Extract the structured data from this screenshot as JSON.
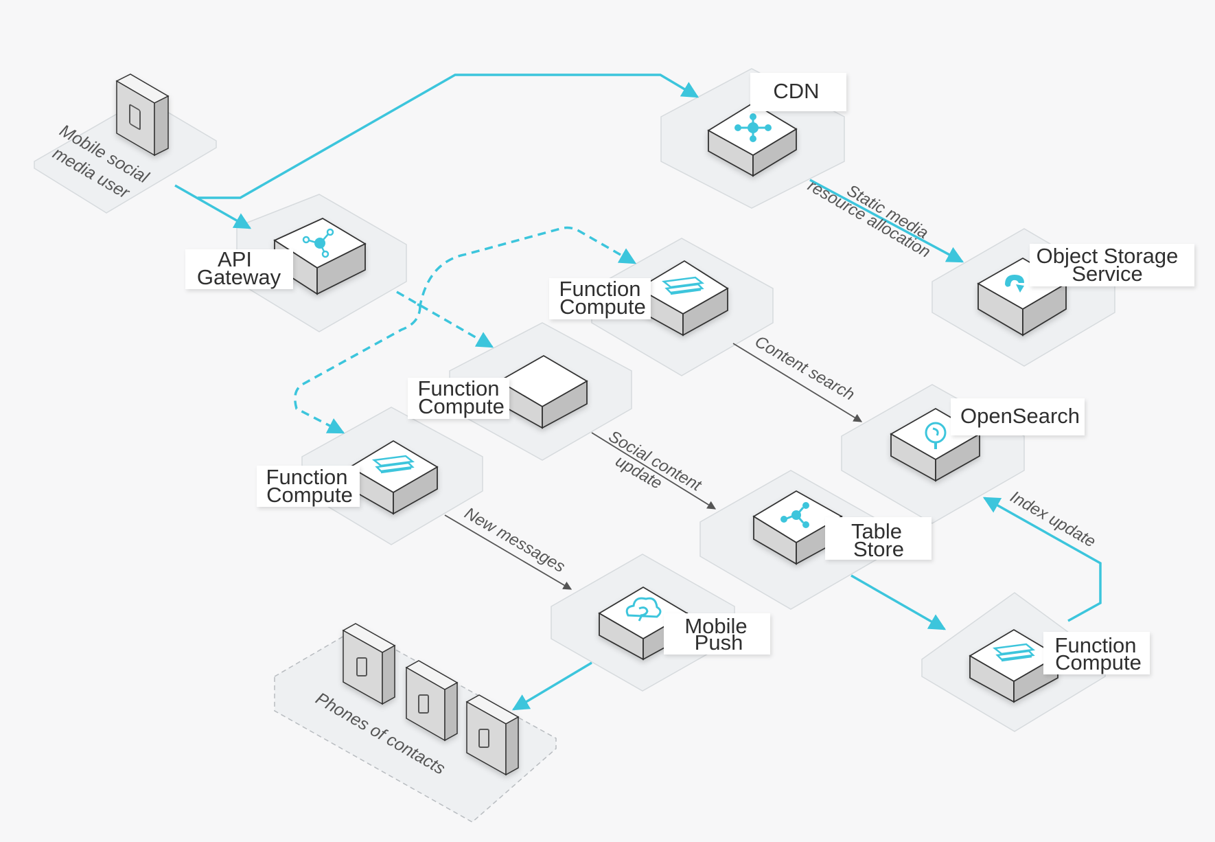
{
  "diagram": {
    "colors": {
      "background": "#f7f7f8",
      "tile_fill": "#eef0f2",
      "tile_stroke": "#d6dadd",
      "accent": "#3cc5dc",
      "dark_arrow": "#555555",
      "text": "#2f2f2f"
    },
    "nodes": [
      {
        "id": "mobile-user",
        "label": "Mobile social media user",
        "lines": [
          "Mobile social",
          "media user"
        ],
        "icon": "phone-icon"
      },
      {
        "id": "api-gateway",
        "label": "API Gateway",
        "lines": [
          "API",
          "Gateway"
        ],
        "icon": "api-gateway-icon"
      },
      {
        "id": "cdn",
        "label": "CDN",
        "lines": [
          "CDN"
        ],
        "icon": "cdn-icon"
      },
      {
        "id": "oss",
        "label": "Object Storage Service",
        "lines": [
          "Object Storage",
          "Service"
        ],
        "icon": "object-storage-icon"
      },
      {
        "id": "fc-content",
        "label": "Function Compute",
        "lines": [
          "Function",
          "Compute"
        ],
        "icon": "function-compute-icon"
      },
      {
        "id": "fc-social",
        "label": "Function Compute",
        "lines": [
          "Function",
          "Compute"
        ],
        "icon": "function-compute-icon"
      },
      {
        "id": "fc-messages",
        "label": "Function Compute",
        "lines": [
          "Function",
          "Compute"
        ],
        "icon": "function-compute-icon"
      },
      {
        "id": "opensearch",
        "label": "OpenSearch",
        "lines": [
          "OpenSearch"
        ],
        "icon": "opensearch-icon"
      },
      {
        "id": "table-store",
        "label": "Table Store",
        "lines": [
          "Table",
          "Store"
        ],
        "icon": "table-store-icon"
      },
      {
        "id": "mobile-push",
        "label": "Mobile Push",
        "lines": [
          "Mobile",
          "Push"
        ],
        "icon": "mobile-push-icon"
      },
      {
        "id": "fc-index",
        "label": "Function Compute",
        "lines": [
          "Function",
          "Compute"
        ],
        "icon": "function-compute-icon"
      },
      {
        "id": "phones",
        "label": "Phones of contacts",
        "lines": [
          "Phones of contacts"
        ],
        "icon": "phone-icon"
      }
    ],
    "edges": [
      {
        "from": "mobile-user",
        "to": "cdn",
        "label": "",
        "style": "accent"
      },
      {
        "from": "mobile-user",
        "to": "api-gateway",
        "label": "",
        "style": "accent"
      },
      {
        "from": "cdn",
        "to": "oss",
        "label": "Static media resource allocation",
        "lines": [
          "Static media",
          "resource allocation"
        ],
        "style": "accent"
      },
      {
        "from": "api-gateway",
        "to": "fc-content",
        "label": "",
        "style": "accent-dashed"
      },
      {
        "from": "api-gateway",
        "to": "fc-social",
        "label": "",
        "style": "accent-dashed"
      },
      {
        "from": "api-gateway",
        "to": "fc-messages",
        "label": "",
        "style": "accent-dashed"
      },
      {
        "from": "fc-content",
        "to": "opensearch",
        "label": "Content search",
        "lines": [
          "Content search"
        ],
        "style": "dark"
      },
      {
        "from": "fc-social",
        "to": "table-store",
        "label": "Social content update",
        "lines": [
          "Social content",
          "update"
        ],
        "style": "dark"
      },
      {
        "from": "fc-messages",
        "to": "mobile-push",
        "label": "New messages",
        "lines": [
          "New messages"
        ],
        "style": "dark"
      },
      {
        "from": "table-store",
        "to": "fc-index",
        "label": "",
        "style": "accent"
      },
      {
        "from": "fc-index",
        "to": "opensearch",
        "label": "Index update",
        "lines": [
          "Index update"
        ],
        "style": "accent"
      },
      {
        "from": "mobile-push",
        "to": "phones",
        "label": "",
        "style": "accent"
      }
    ]
  }
}
